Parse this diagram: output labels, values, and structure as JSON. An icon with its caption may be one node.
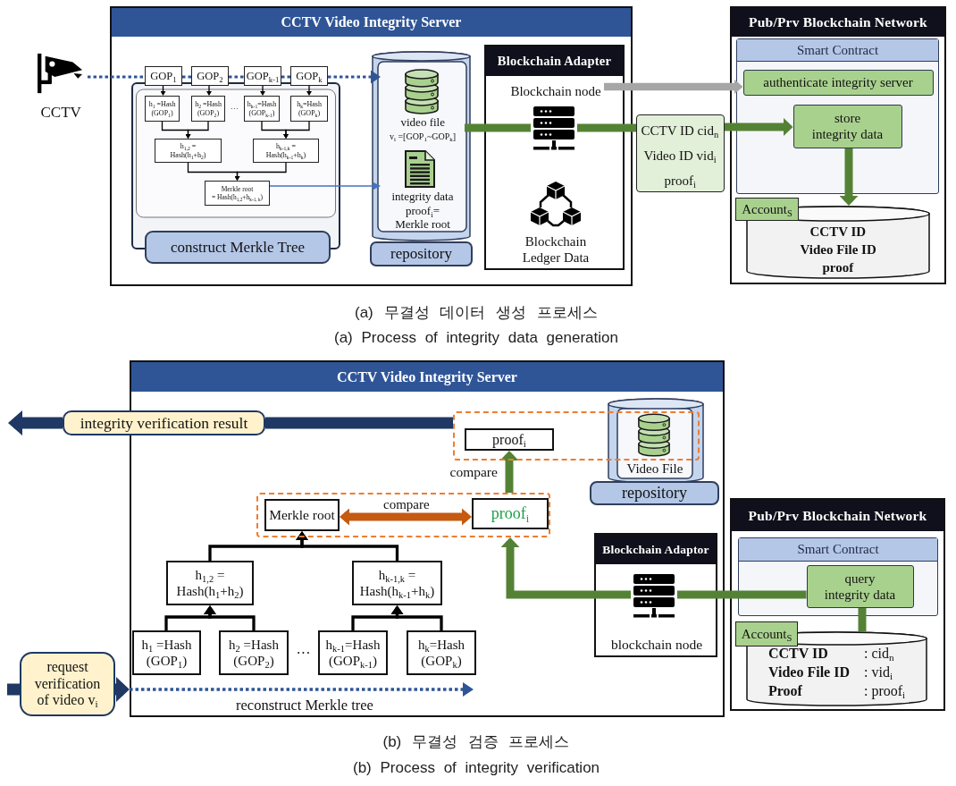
{
  "diagram": {
    "nodes": [
      {
        "text": [
          "CCTV Video Integrity Server"
        ]
      },
      {
        "text": [
          "CCTV"
        ]
      },
      {
        "text": [
          "GOP$_{1}$"
        ],
        "in": 0
      },
      {
        "text": [
          "GOP$_{2}$"
        ],
        "in": 0
      },
      {
        "text": [
          "GOP$_{k-1}$"
        ],
        "in": 0
      },
      {
        "text": [
          "GOP$_{k}$"
        ],
        "in": 0
      },
      {
        "text": [
          "construct Merkle Tree"
        ],
        "in": 0
      },
      {
        "text": [
          "h$_{1}$ =Hash (GOP$_{1}$)"
        ],
        "in": 6
      },
      {
        "text": [
          "h$_{2}$ =Hash (GOP$_{2}$)"
        ],
        "in": 6
      },
      {
        "text": [
          "h$_{k-1}$=Hash (GOP$_{k-1}$)"
        ],
        "in": 6
      },
      {
        "text": [
          "h$_{k}$=Hash (GOP$_{k}$)"
        ],
        "in": 6
      },
      {
        "text": [
          "h$_{1,2}$ = Hash(h$_{1}$+h$_{2}$)"
        ],
        "in": 6
      },
      {
        "text": [
          "h$_{k-1,k}$ = Hash(h$_{k-1}$+h$_{k}$)"
        ],
        "in": 6
      },
      {
        "text": [
          "Merkle root = Hash(h$_{1,2}$+h$_{k-1, k}$)"
        ],
        "in": 6
      },
      {
        "text": [
          "repository"
        ],
        "in": 0
      },
      {
        "text": [
          "video file",
          "v$_{i}$ =[GOP$_{1}$~GOP$_{k}$]"
        ],
        "in": 14
      },
      {
        "text": [
          "integrity data",
          "proof$_{i}$= Merkle root"
        ],
        "in": 14
      },
      {
        "text": [
          "Blockchain Adapter"
        ],
        "in": 0
      },
      {
        "text": [
          "Blockchain node"
        ],
        "in": 17
      },
      {
        "text": [],
        "shape": "picture",
        "in": 17
      },
      {
        "text": [
          "Blockchain Ledger Data"
        ],
        "in": 17
      },
      {
        "text": [
          "CCTV ID cid$_{n}$",
          "Video ID vid$_{i}$",
          "proof$_{i}$"
        ]
      },
      {
        "text": [
          "Pub/Prv Blockchain Network"
        ]
      },
      {
        "text": [
          "Smart Contract"
        ],
        "in": 22
      },
      {
        "text": [
          "authenticate integrity server"
        ],
        "in": 23
      },
      {
        "text": [
          "store integrity data"
        ],
        "in": 23
      },
      {
        "text": [
          "Account$_{S}$"
        ],
        "in": 22
      },
      {
        "text": [
          "CCTV ID",
          "Video File ID",
          "proof"
        ],
        "in": 22
      },
      {
        "text": [
          "CCTV Video Integrity Server"
        ]
      },
      {
        "text": [
          "integrity verification result"
        ]
      },
      {
        "text": [],
        "shape": "box",
        "in": 28
      },
      {
        "text": [
          "proof$_{i}$"
        ],
        "in": 30
      },
      {
        "text": [
          "repository"
        ],
        "in": 28
      },
      {
        "text": [
          "Video File"
        ],
        "in": 32
      },
      {
        "text": [],
        "shape": "box",
        "in": 28
      },
      {
        "text": [
          "Merkle root"
        ],
        "in": 34
      },
      {
        "text": [
          "proof$_{i}$"
        ],
        "in": 34
      },
      {
        "text": [
          "h$_{1,2}$ = Hash(h$_{1}$+h$_{2}$)"
        ],
        "in": 28
      },
      {
        "text": [
          "h$_{k-1,k}$ = Hash(h$_{k-1}$+h$_{k}$)"
        ],
        "in": 28
      },
      {
        "text": [
          "h$_{1}$ =Hash (GOP$_{1}$)"
        ],
        "in": 28
      },
      {
        "text": [
          "h$_{2}$ =Hash (GOP$_{2}$)"
        ],
        "in": 28
      },
      {
        "text": [
          "h$_{k-1}$=Hash (GOP$_{k-1}$)"
        ],
        "in": 28
      },
      {
        "text": [
          "h$_{k}$=Hash (GOP$_{k}$)"
        ],
        "in": 28
      },
      {
        "text": [
          "Blockchain Adaptor"
        ],
        "in": 28
      },
      {
        "text": [],
        "shape": "picture",
        "in": 43,
        "beside": [
          "blockchain node"
        ]
      },
      {
        "text": [
          "request verification of video v$_{i}$"
        ]
      },
      {
        "text": [
          "Pub/Prv Blockchain Network"
        ]
      },
      {
        "text": [
          "Smart Contract"
        ],
        "in": 46
      },
      {
        "text": [
          "query integrity data"
        ],
        "in": 47
      },
      {
        "text": [
          "Account$_{S}$"
        ],
        "in": 46
      },
      {
        "text": [
          "CCTV ID",
          ": cid$_{n}$",
          "Video File ID",
          ": vid$_{i}$",
          "Proof",
          ": proof$_{i}$"
        ],
        "in": 46
      }
    ],
    "edges": [
      {
        "from": 1,
        "to": 2,
        "arrow": "none",
        "style": "dashed",
        "color": "#2f5597"
      },
      {
        "from": 2,
        "to": 3,
        "arrow": "none",
        "style": "dashed",
        "color": "#2f5597"
      },
      {
        "from": 3,
        "to": 4,
        "arrow": "none",
        "style": "dashed",
        "color": "#2f5597"
      },
      {
        "from": 4,
        "to": 5,
        "arrow": "none",
        "style": "dashed",
        "color": "#2f5597"
      },
      {
        "from": 5,
        "to": 15,
        "arrow": "to",
        "style": "dashed",
        "color": "#2f5597"
      },
      {
        "from": 2,
        "to": 7,
        "arrow": "to"
      },
      {
        "from": 3,
        "to": 8,
        "arrow": "to"
      },
      {
        "from": 4,
        "to": 9,
        "arrow": "to"
      },
      {
        "from": 5,
        "to": 10,
        "arrow": "to"
      },
      {
        "from": 7,
        "to": 11,
        "arrow": "to"
      },
      {
        "from": 8,
        "to": 11,
        "arrow": "to"
      },
      {
        "from": 9,
        "to": 12,
        "arrow": "to"
      },
      {
        "from": 10,
        "to": 12,
        "arrow": "to"
      },
      {
        "from": 11,
        "to": 13,
        "arrow": "to"
      },
      {
        "from": 12,
        "to": 13,
        "arrow": "to"
      },
      {
        "from": 13,
        "to": 16,
        "arrow": "to",
        "color": "#4472c4"
      },
      {
        "from": 15,
        "to": 19,
        "arrow": "none",
        "style": "thick",
        "color": "#548235"
      },
      {
        "from": 19,
        "to": 21,
        "arrow": "none",
        "style": "thick",
        "color": "#548235"
      },
      {
        "from": 21,
        "to": 25,
        "arrow": "to",
        "style": "thick",
        "color": "#548235"
      },
      {
        "from": 18,
        "to": 24,
        "arrow": "to",
        "style": "thick",
        "color": "#a6a6a6"
      },
      {
        "from": 25,
        "to": 27,
        "arrow": "to",
        "style": "thick",
        "color": "#548235"
      },
      {
        "from": 30,
        "to": 29,
        "arrow": "none",
        "style": "thick",
        "color": "#1f3864"
      },
      {
        "from": 29,
        "to": null,
        "arrow": "to",
        "style": "thick",
        "color": "#1f3864"
      },
      {
        "from": null,
        "to": 45,
        "arrow": "none",
        "style": "thick",
        "color": "#1f3864"
      },
      {
        "from": 45,
        "to": 28,
        "arrow": "to",
        "style": "thick",
        "color": "#1f3864"
      },
      {
        "from": 28,
        "to": 42,
        "arrow": "to",
        "label": "reconstruct Merkle tree",
        "style": "dashed",
        "color": "#2f5597"
      },
      {
        "from": 34,
        "to": 31,
        "arrow": "to",
        "label": "compare",
        "style": "thick",
        "color": "#548235"
      },
      {
        "from": 35,
        "to": 36,
        "arrow": "both",
        "label": "compare",
        "style": "thick",
        "color": "#c55a11"
      },
      {
        "from": 39,
        "to": 37,
        "arrow": "to"
      },
      {
        "from": 40,
        "to": 37,
        "arrow": "to"
      },
      {
        "from": 41,
        "to": 38,
        "arrow": "to"
      },
      {
        "from": 42,
        "to": 38,
        "arrow": "to"
      },
      {
        "from": 37,
        "to": 35,
        "arrow": "to"
      },
      {
        "from": 38,
        "to": 35,
        "arrow": "to"
      },
      {
        "from": 44,
        "to": 34,
        "arrow": "to",
        "style": "thick",
        "color": "#548235"
      },
      {
        "from": 44,
        "to": 48,
        "arrow": "none",
        "style": "thick",
        "color": "#548235"
      },
      {
        "from": 48,
        "to": 50,
        "arrow": "none",
        "style": "thick",
        "color": "#548235"
      }
    ],
    "labels": [
      "···",
      "(a) 무결성 데이터 생성 프로세스",
      "(a) Process of integrity data generation",
      "···",
      "(b) 무결성 검증 프로세스",
      "(b) Process of integrity verification"
    ]
  }
}
